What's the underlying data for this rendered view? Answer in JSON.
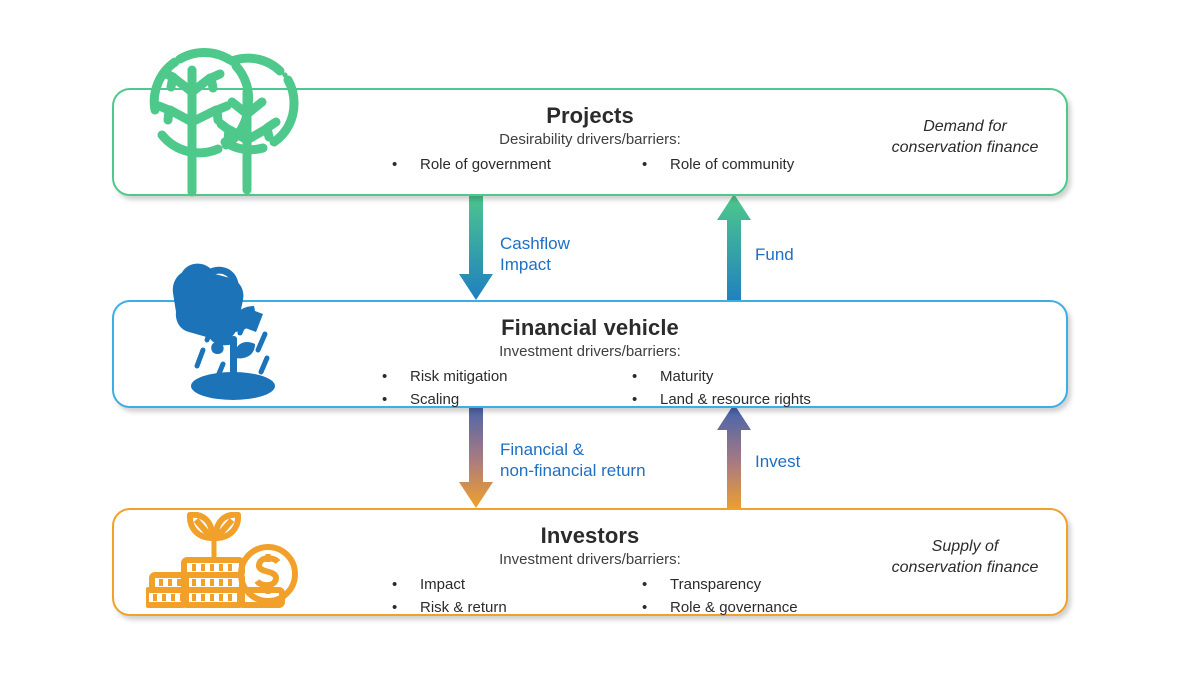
{
  "diagram": {
    "title": "Conservation finance flow diagram",
    "colors": {
      "projects": "#4FC98B",
      "vehicle": "#3DAEE3",
      "investors": "#F1A12A",
      "label_text": "#1F6FC2",
      "body_text": "#2B2B2B"
    }
  },
  "projects": {
    "title": "Projects",
    "subtitle": "Desirability drivers/barriers:",
    "bullets_left": [
      "Role of government"
    ],
    "bullets_right": [
      "Role of community"
    ],
    "side_note": "Demand for conservation finance",
    "icon": "two-trees-icon"
  },
  "vehicle": {
    "title": "Financial vehicle",
    "subtitle": "Investment drivers/barriers:",
    "bullets_left": [
      "Risk mitigation",
      "Scaling"
    ],
    "bullets_right": [
      "Maturity",
      "Land & resource rights"
    ],
    "side_note": "",
    "icon": "watering-can-plant-icon"
  },
  "investors": {
    "title": "Investors",
    "subtitle": "Investment drivers/barriers:",
    "bullets_left": [
      "Impact",
      "Risk & return"
    ],
    "bullets_right": [
      "Transparency",
      "Role & governance"
    ],
    "side_note": "Supply of conservation finance",
    "icon": "coins-plant-dollar-icon"
  },
  "arrows": {
    "cashflow_impact": {
      "label": "Cashflow\nImpact",
      "direction": "down",
      "from": "Projects",
      "to": "Financial vehicle",
      "gradient_from": "#4FC98B",
      "gradient_to": "#1F7FC0"
    },
    "fund": {
      "label": "Fund",
      "direction": "up",
      "from": "Financial vehicle",
      "to": "Projects",
      "gradient_from": "#4FC98B",
      "gradient_to": "#1F7FC0"
    },
    "financial_return": {
      "label": "Financial &\nnon-financial return",
      "direction": "down",
      "from": "Financial vehicle",
      "to": "Investors",
      "gradient_from": "#3E62B0",
      "gradient_to": "#F1A12A"
    },
    "invest": {
      "label": "Invest",
      "direction": "up",
      "from": "Investors",
      "to": "Financial vehicle",
      "gradient_from": "#3E62B0",
      "gradient_to": "#F1A12A"
    }
  },
  "bullet_glyph": "•"
}
